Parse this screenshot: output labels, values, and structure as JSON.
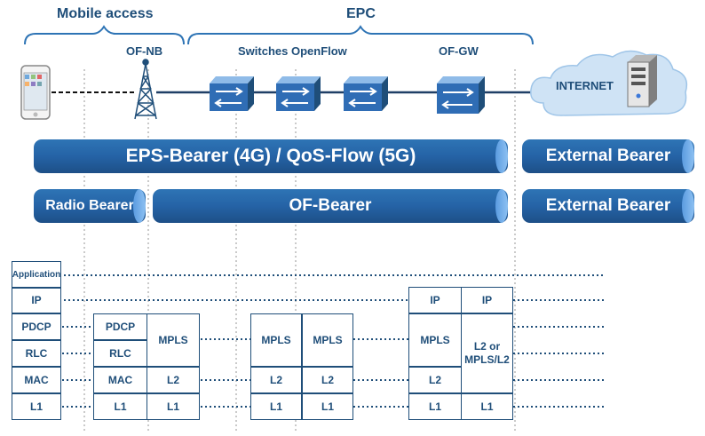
{
  "braces": {
    "mobile_access": "Mobile access",
    "epc": "EPC"
  },
  "nodes": {
    "of_nb": "OF-NB",
    "switches": "Switches OpenFlow",
    "of_gw": "OF-GW",
    "internet": "INTERNET"
  },
  "bearers": {
    "eps": "EPS-Bearer (4G) / QoS-Flow (5G)",
    "external_top": "External Bearer",
    "radio": "Radio Bearer",
    "of_bearer": "OF-Bearer",
    "external_bottom": "External Bearer"
  },
  "stacks": {
    "ue": [
      "Application",
      "IP",
      "PDCP",
      "RLC",
      "MAC",
      "L1"
    ],
    "ofnb_left": [
      "PDCP",
      "RLC",
      "MAC",
      "L1"
    ],
    "ofnb_right": [
      "MPLS",
      "L2",
      "L1"
    ],
    "switch_1": [
      "MPLS",
      "L2",
      "L1"
    ],
    "switch_2": [
      "MPLS",
      "L2",
      "L1"
    ],
    "gw_left": [
      "IP",
      "MPLS",
      "L2",
      "L1"
    ],
    "gw_right": [
      "IP",
      "L2 or MPLS/L2",
      "L1"
    ]
  },
  "colors": {
    "primary": "#1f4e79",
    "bar": "#2563a6",
    "switch": "#2f6db5",
    "cloud": "#cfe3f5"
  }
}
